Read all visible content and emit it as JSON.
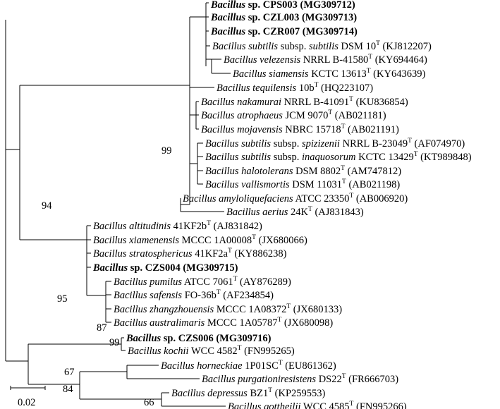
{
  "taxa": [
    {
      "id": "cps003",
      "genus": "Bacillus",
      "epithet": "sp.",
      "strain": "CPS003",
      "accession": "(MG309712)",
      "bold": true
    },
    {
      "id": "czl003",
      "genus": "Bacillus",
      "epithet": "sp.",
      "strain": "CZL003",
      "accession": "(MG309713)",
      "bold": true
    },
    {
      "id": "czr007",
      "genus": "Bacillus",
      "epithet": "sp.",
      "strain": "CZR007",
      "accession": "(MG309714)",
      "bold": true
    },
    {
      "id": "subtilis",
      "genus": "Bacillus",
      "epithet": "subtilis",
      "rank": "subsp.",
      "subepithet": "subtilis",
      "strain": "DSM 10",
      "type": "T",
      "accession": "(KJ812207)",
      "bold": false
    },
    {
      "id": "velezensis",
      "genus": "Bacillus",
      "epithet": "velezensis",
      "strain": "NRRL B-41580",
      "type": "T",
      "accession": "(KY694464)",
      "bold": false
    },
    {
      "id": "siamensis",
      "genus": "Bacillus",
      "epithet": "siamensis",
      "strain": "KCTC 13613",
      "type": "T",
      "accession": "(KY643639)",
      "bold": false
    },
    {
      "id": "tequilensis",
      "genus": "Bacillus",
      "epithet": "tequilensis",
      "strain": "10b",
      "type": "T",
      "accession": "(HQ223107)",
      "bold": false
    },
    {
      "id": "nakamurai",
      "genus": "Bacillus",
      "epithet": "nakamurai",
      "strain": "NRRL B-41091",
      "type": "T",
      "accession": "(KU836854)",
      "bold": false
    },
    {
      "id": "atrophaeus",
      "genus": "Bacillus",
      "epithet": "atrophaeus",
      "strain": "JCM 9070",
      "type": "T",
      "accession": "(AB021181)",
      "bold": false
    },
    {
      "id": "mojavensis",
      "genus": "Bacillus",
      "epithet": "mojavensis",
      "strain": "NBRC 15718",
      "type": "T",
      "accession": "(AB021191)",
      "bold": false
    },
    {
      "id": "spizizenii",
      "genus": "Bacillus",
      "epithet": "subtilis",
      "rank": "subsp.",
      "subepithet": "spizizenii",
      "strain": "NRRL B-23049",
      "type": "T",
      "accession": "(AF074970)",
      "bold": false
    },
    {
      "id": "inaquosorum",
      "genus": "Bacillus",
      "epithet": "subtilis",
      "rank": "subsp.",
      "subepithet": "inaquosorum",
      "strain": "KCTC 13429",
      "type": "T",
      "accession": "(KT989848)",
      "bold": false
    },
    {
      "id": "halotolerans",
      "genus": "Bacillus",
      "epithet": "halotolerans",
      "strain": "DSM 8802",
      "type": "T",
      "accession": "(AM747812)",
      "bold": false
    },
    {
      "id": "vallismortis",
      "genus": "Bacillus",
      "epithet": "vallismortis",
      "strain": "DSM 11031",
      "type": "T",
      "accession": "(AB021198)",
      "bold": false
    },
    {
      "id": "amylo",
      "genus": "Bacillus",
      "epithet": "amyloliquefaciens",
      "strain": "ATCC 23350",
      "type": "T",
      "accession": "(AB006920)",
      "bold": false
    },
    {
      "id": "aerius",
      "genus": "Bacillus",
      "epithet": "aerius",
      "strain": "24K",
      "type": "T",
      "accession": "(AJ831843)",
      "bold": false
    },
    {
      "id": "altitudinis",
      "genus": "Bacillus",
      "epithet": "altitudinis",
      "strain": "41KF2b",
      "type": "T",
      "accession": "(AJ831842)",
      "bold": false
    },
    {
      "id": "xiamenensis",
      "genus": "Bacillus",
      "epithet": "xiamenensis",
      "strain": "MCCC 1A00008",
      "type": "T",
      "accession": "(JX680066)",
      "bold": false
    },
    {
      "id": "stratosphericus",
      "genus": "Bacillus",
      "epithet": "stratosphericus",
      "strain": "41KF2a",
      "type": "T",
      "accession": "(KY886238)",
      "bold": false
    },
    {
      "id": "czs004",
      "genus": "Bacillus",
      "epithet": "sp.",
      "strain": "CZS004",
      "accession": "(MG309715)",
      "bold": true
    },
    {
      "id": "pumilus",
      "genus": "Bacillus",
      "epithet": "pumilus",
      "strain": "ATCC 7061",
      "type": "T",
      "accession": "(AY876289)",
      "bold": false
    },
    {
      "id": "safensis",
      "genus": "Bacillus",
      "epithet": "safensis",
      "strain": "FO-36b",
      "type": "T",
      "accession": "(AF234854)",
      "bold": false
    },
    {
      "id": "zhangzhouensis",
      "genus": "Bacillus",
      "epithet": "zhangzhouensis",
      "strain": "MCCC 1A08372",
      "type": "T",
      "accession": "(JX680133)",
      "bold": false
    },
    {
      "id": "australimaris",
      "genus": "Bacillus",
      "epithet": "australimaris",
      "strain": "MCCC 1A05787",
      "type": "T",
      "accession": "(JX680098)",
      "bold": false
    },
    {
      "id": "czs006",
      "genus": "Bacillus",
      "epithet": "sp.",
      "strain": "CZS006",
      "accession": "(MG309716)",
      "bold": true
    },
    {
      "id": "kochii",
      "genus": "Bacillus",
      "epithet": "kochii",
      "strain": "WCC 4582",
      "type": "T",
      "accession": "(FN995265)",
      "bold": false
    },
    {
      "id": "horneckiae",
      "genus": "Bacillus",
      "epithet": "horneckiae",
      "strain": "1P01SC",
      "type": "T",
      "accession": "(EU861362)",
      "bold": false
    },
    {
      "id": "purgationiresistens",
      "genus": "Bacillus",
      "epithet": "purgationiresistens",
      "strain": "DS22",
      "type": "T",
      "accession": "(FR666703)",
      "bold": false
    },
    {
      "id": "depressus",
      "genus": "Bacillus",
      "epithet": "depressus",
      "strain": "BZ1",
      "type": "T",
      "accession": "(KP259553)",
      "bold": false
    },
    {
      "id": "gottheilii",
      "genus": "Bacillus",
      "epithet": "gottheilii",
      "strain": "WCC 4585",
      "type": "T",
      "accession": "(FN995266)",
      "bold": false
    }
  ],
  "bootstrap": {
    "n99a": "99",
    "n94": "94",
    "n95": "95",
    "n87": "87",
    "n99b": "99",
    "n67": "67",
    "n84": "84",
    "n66": "66"
  },
  "scale_bar": {
    "value": "0.02"
  }
}
